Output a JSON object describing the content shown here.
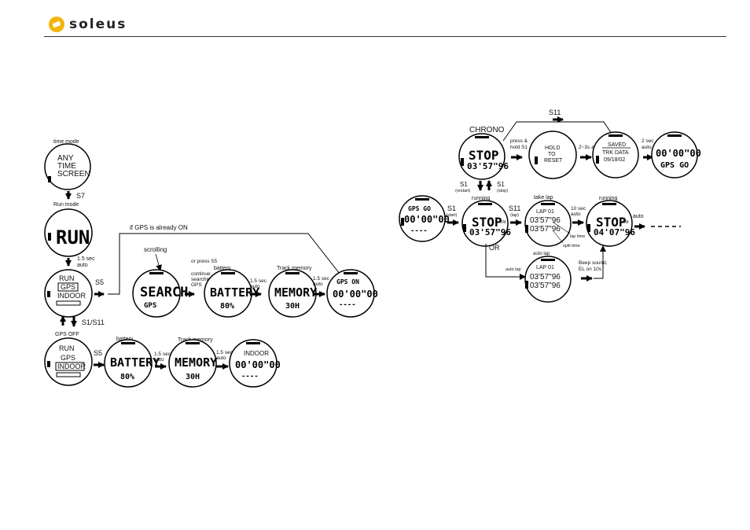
{
  "brand": {
    "name": "soleus",
    "logo_color": "#f2b40b"
  },
  "left": {
    "time_mode_label": "time mode",
    "time_mode_lines": [
      "ANY",
      "TIME",
      "SCREEN"
    ],
    "s7": "S7",
    "run_mode_label": "Run mode",
    "run_display": "RUN",
    "auto_1": [
      "1.5 sec",
      "auto"
    ],
    "menu_lines": [
      "RUN",
      "GPS",
      "INDOOR"
    ],
    "s5_top": "S5",
    "gps_on_note": "if  GPS is already ON",
    "scrolling_label": "scrolling",
    "search_display": "SEARCH",
    "search_sub": "GPS",
    "press_s5_note": [
      "or press S5",
      "continue",
      "searching",
      "GPS"
    ],
    "battery_label": "battery",
    "battery_display": "BATTERY",
    "battery_value": "80%",
    "auto_2": [
      "1.5 sec",
      "auto"
    ],
    "track_memory_label": "Track memory",
    "memory_display": "MEMORY",
    "memory_value": "30H",
    "auto_3": [
      "1.5 sec",
      "auto"
    ],
    "gps_ready_top": "GPS  ON",
    "gps_ready_time": "00'00\"00",
    "gps_ready_bottom": "----",
    "s1_s11": "S1/S11",
    "gps_off_label": "GPS OFF",
    "s5_bottom": "S5",
    "battery_label_2": "battery",
    "battery_display_2": "BATTERY",
    "battery_value_2": "80%",
    "auto_4": [
      "1.5 sec",
      "auto"
    ],
    "track_memory_label_2": "Track memory",
    "memory_display_2": "MEMORY",
    "memory_value_2": "30H",
    "auto_5": [
      "1.5 sec",
      "auto"
    ],
    "indoor_top": "INDOOR",
    "indoor_time": "00'00\"00",
    "indoor_bottom": "----"
  },
  "right": {
    "s11_top": "S11",
    "chrono_label": "CHRONO",
    "stop_display": "STOP",
    "stop_time": "03'57\"96",
    "press_hold": [
      "press &",
      "hold S1"
    ],
    "hold_reset_lines": [
      "HOLD",
      "TO",
      "RESET"
    ],
    "auto_23": "2~3s auto",
    "saved_lines": [
      "SAVED",
      "TRK DATA",
      "09/18/02"
    ],
    "auto_2sec": [
      "2 sec",
      "auto"
    ],
    "gps_go_time": "00'00\"00",
    "gps_go_text": "GPS  GO",
    "s1_restart": [
      "S1",
      "(restart)"
    ],
    "s1_stop": [
      "S1",
      "(stop)"
    ],
    "ready_top": "GPS  GO",
    "ready_time": "00'00\"00",
    "ready_bottom": "----",
    "s1_start": [
      "S1",
      "(start)"
    ],
    "running_label": "running",
    "run_display": "STOP",
    "run_time": "03'57\"96",
    "km": "KM",
    "s11_lap": [
      "S11",
      "(lap)"
    ],
    "take_lap_label": "take lap",
    "lap_line": "LAP  01",
    "lap_time_1": "03'57\"96",
    "lap_time_2": "03'57\"96",
    "lap_time_note": "lap time",
    "split_time_note": "split time",
    "auto_10sec": [
      "10 sec",
      "auto"
    ],
    "running_label_2": "running",
    "run2_display": "STOP",
    "run2_time": "04'07\"96",
    "km_2": "KM",
    "auto_right": "auto",
    "or_label": "OR",
    "auto_lap_left": "auto lap",
    "auto_lap_top": "auto lap",
    "auto_lap_line": "LAP  01",
    "auto_lap_time_1": "03'57\"96",
    "auto_lap_time_2": "03'57\"96",
    "beep_note": [
      "Beep sound,",
      "EL on 10s"
    ]
  }
}
